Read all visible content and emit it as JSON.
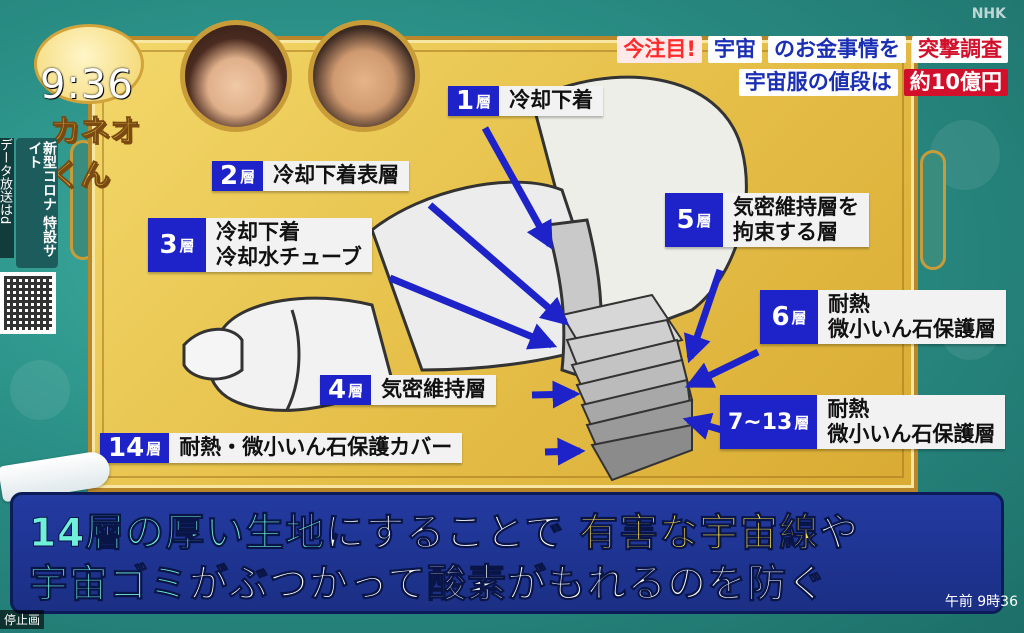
{
  "logo": {
    "time": "9:36",
    "name": "カネオくん"
  },
  "sidebar": {
    "vertical_text_1": "新型コロナ 特設サイト",
    "vertical_text_2": "データ放送はd"
  },
  "headline": {
    "line1_prefix": "今注目!",
    "line1_subject": "宇宙",
    "line1_middle": "のお金事情を",
    "line1_suffix": "突撃調査",
    "line2_prefix": "宇宙服の値段は",
    "line2_value": "約10億円"
  },
  "labels": [
    {
      "tag": "1",
      "unit": "層",
      "text": [
        "冷却下着"
      ]
    },
    {
      "tag": "2",
      "unit": "層",
      "text": [
        "冷却下着表層"
      ]
    },
    {
      "tag": "3",
      "unit": "層",
      "text": [
        "冷却下着",
        "冷却水チューブ"
      ]
    },
    {
      "tag": "4",
      "unit": "層",
      "text": [
        "気密維持層"
      ]
    },
    {
      "tag": "14",
      "unit": "層",
      "text": [
        "耐熱・微小いん石保護カバー"
      ]
    },
    {
      "tag": "5",
      "unit": "層",
      "text": [
        "気密維持層を",
        "拘束する層"
      ]
    },
    {
      "tag": "6",
      "unit": "層",
      "text": [
        "耐熱",
        "微小いん石保護層"
      ]
    },
    {
      "tag": "7~13",
      "unit": "層",
      "text": [
        "耐熱",
        "微小いん石保護層"
      ]
    }
  ],
  "caption": {
    "line1_a": "14層の厚い生地",
    "line1_b": "にすることで",
    "line1_c": "有害な宇宙線",
    "line1_d": "や",
    "line2_a": "宇宙ゴミ",
    "line2_b": "がぶつかって酸素がもれるのを防ぐ"
  },
  "footer": {
    "clock": "午前 9時36",
    "paused": "停止画"
  },
  "colors": {
    "board": "#e6c04a",
    "tag": "#1e23c9",
    "caption_bg": "#233aa1",
    "caption_cyan": "#70f0d8",
    "caption_yellow": "#ffe24a"
  }
}
